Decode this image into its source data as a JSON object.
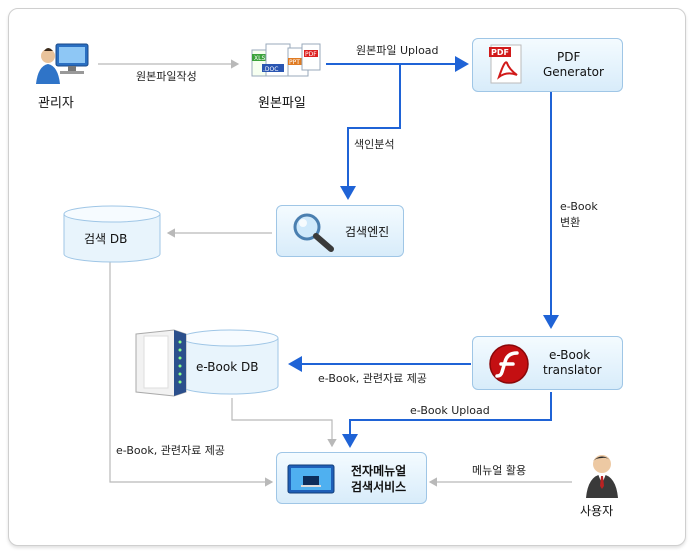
{
  "admin": {
    "label": "관리자",
    "icon": "admin-computer-icon"
  },
  "source_files": {
    "label": "원본파일",
    "icon": "document-files-icon"
  },
  "pdf_generator": {
    "line1": "PDF",
    "line2": "Generator",
    "icon": "pdf-icon",
    "icon_text": "PDF"
  },
  "search_engine": {
    "label": "검색엔진",
    "icon": "magnifier-icon"
  },
  "search_db": {
    "label": "검색 DB"
  },
  "ebook_db": {
    "label": "e-Book DB",
    "icon": "server-icon"
  },
  "ebook_translator": {
    "line1": "e-Book",
    "line2": "translator",
    "icon": "flash-icon"
  },
  "manual_service": {
    "line1": "전자메뉴얼",
    "line2": "검색서비스",
    "icon": "monitor-icon"
  },
  "user": {
    "label": "사용자",
    "icon": "user-icon"
  },
  "file_tags": {
    "xls": "XLS",
    "doc": ".DOC",
    "ppt": "PPT",
    "pdf": "PDF"
  },
  "edges": {
    "write_source": "원본파일작성",
    "upload_source": "원본파일 Upload",
    "index_analysis": "색인분석",
    "ebook_convert_1": "e-Book",
    "ebook_convert_2": "변환",
    "provide_to_db": "e-Book, 관련자료 제공",
    "ebook_upload": "e-Book Upload",
    "provide_to_service": "e-Book, 관련자료 제공",
    "manual_use": "메뉴얼 활용"
  },
  "colors": {
    "accent_blue": "#1f63d6",
    "gray_line": "#b9b9b9",
    "node_border": "#9fc6e6"
  }
}
